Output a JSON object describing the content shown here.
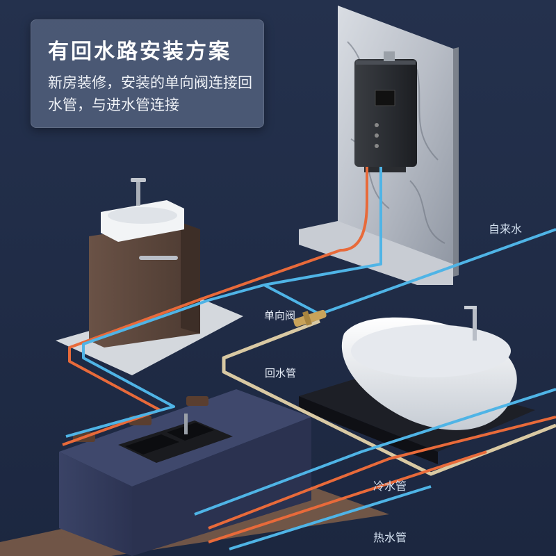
{
  "info_card": {
    "title": "有回水路安装方案",
    "description": "新房装修，安装的单向阀连接回水管，与进水管连接"
  },
  "labels": {
    "tap_water": "自来水",
    "check_valve": "单向阀",
    "return_pipe": "回水管",
    "cold_pipe": "冷水管",
    "hot_pipe": "热水管"
  },
  "colors": {
    "background": "#1f2b45",
    "hot_pipe": "#e86a3a",
    "cold_pipe": "#4fb4e6",
    "return_pipe": "#d9c9a3",
    "valve": "#c9a35a"
  }
}
